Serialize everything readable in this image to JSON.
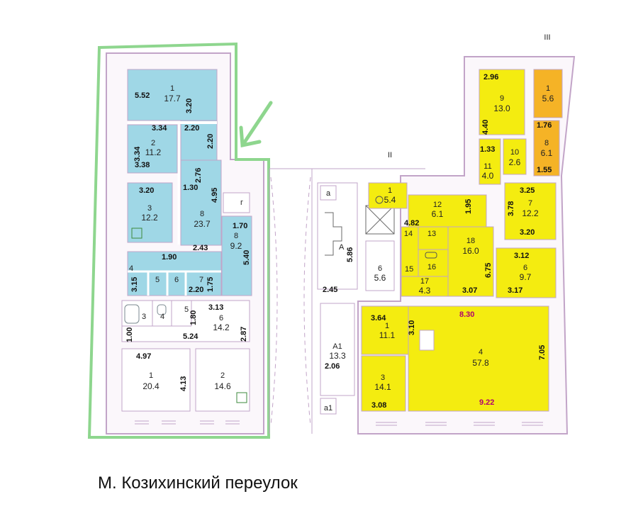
{
  "colors": {
    "blue": "#9fd7e6",
    "yellow": "#f4ec10",
    "orange": "#f5b326",
    "outline": "#8ed68e",
    "wall": "#c2a4c8",
    "accent": "#b0006f"
  },
  "street_label": "М. Козихинский переулок",
  "section_markers": [
    "III",
    "II"
  ],
  "blue_rooms": [
    {
      "num": "1",
      "area": "17.7"
    },
    {
      "num": "2",
      "area": "11.2"
    },
    {
      "num": "3",
      "area": "12.2"
    },
    {
      "num": "8",
      "area": "23.7"
    },
    {
      "num": "8",
      "area": "9.2"
    },
    {
      "num": "4",
      "area": ""
    },
    {
      "num": "5",
      "area": ""
    },
    {
      "num": "6",
      "area": ""
    },
    {
      "num": "7",
      "area": ""
    },
    {
      "num": "г",
      "area": ""
    }
  ],
  "left_lower_rooms": [
    {
      "num": "3"
    },
    {
      "num": "4"
    },
    {
      "num": "5"
    },
    {
      "num": "6",
      "area": "14.2"
    },
    {
      "num": "1",
      "area": "20.4"
    },
    {
      "num": "2",
      "area": "14.6"
    }
  ],
  "left_dims": [
    "5.52",
    "3.20",
    "3.34",
    "2.20",
    "3.34",
    "3.38",
    "2.20",
    "2.76",
    "1.30",
    "3.20",
    "4.95",
    "1.70",
    "1.90",
    "2.43",
    "5.40",
    "3.15",
    "2.20",
    "1.75",
    "3.13",
    "1.80",
    "1.00",
    "5.24",
    "2.87",
    "4.97",
    "4.13"
  ],
  "center_labels": {
    "a": "а",
    "stair": "А",
    "d1": "5.86",
    "d2": "2.45",
    "room6": "6",
    "room6_area": "5.6",
    "a1": "А1",
    "a1_area": "13.3",
    "d3": "2.06",
    "a1_small": "а1"
  },
  "yellow_rooms": [
    {
      "num": "9",
      "area": "13.0"
    },
    {
      "num": "10",
      "area": "2.6"
    },
    {
      "num": "11",
      "area": "4.0"
    },
    {
      "num": "7",
      "area": "12.2"
    },
    {
      "num": "1",
      "area": "5.4"
    },
    {
      "num": "12",
      "area": "6.1"
    },
    {
      "num": "14",
      "area": ""
    },
    {
      "num": "13",
      "area": ""
    },
    {
      "num": "15",
      "area": ""
    },
    {
      "num": "16",
      "area": ""
    },
    {
      "num": "18",
      "area": "16.0"
    },
    {
      "num": "17",
      "area": "4.3"
    },
    {
      "num": "6",
      "area": "9.7"
    },
    {
      "num": "1",
      "area": "11.1"
    },
    {
      "num": "3",
      "area": "14.1"
    },
    {
      "num": "4",
      "area": "57.8"
    }
  ],
  "orange_rooms": [
    {
      "num": "1",
      "area": "5.6"
    },
    {
      "num": "8",
      "area": "6.1"
    }
  ],
  "right_dims": [
    "2.96",
    "4.40",
    "1.76",
    "1.33",
    "1.55",
    "3.25",
    "3.78",
    "3.20",
    "4.82",
    "1.95",
    "3.12",
    "6.75",
    "3.07",
    "3.17",
    "3.64",
    "3.10",
    "7.05",
    "3.08"
  ],
  "right_marked_dims": [
    "8.30",
    "9.22"
  ]
}
